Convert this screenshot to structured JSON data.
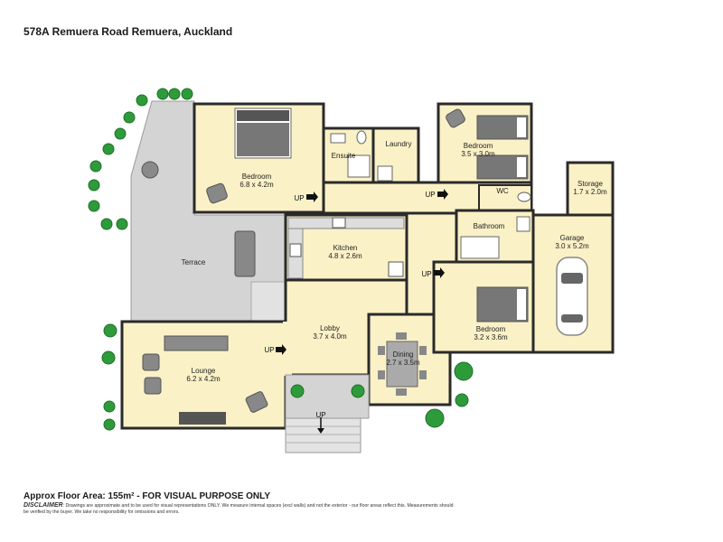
{
  "address": "578A Remuera Road Remuera, Auckland",
  "rooms": {
    "bedroom_main": {
      "name": "Bedroom",
      "size": "6.8 x 4.2m"
    },
    "ensuite": {
      "name": "Ensuite"
    },
    "laundry": {
      "name": "Laundry"
    },
    "bedroom_2": {
      "name": "Bedroom",
      "size": "3.5 x 3.0m"
    },
    "wc": {
      "name": "WC"
    },
    "storage": {
      "name": "Storage",
      "size": "1.7 x 2.0m"
    },
    "bathroom": {
      "name": "Bathroom"
    },
    "garage": {
      "name": "Garage",
      "size": "3.0 x 5.2m"
    },
    "terrace": {
      "name": "Terrace"
    },
    "kitchen": {
      "name": "Kitchen",
      "size": "4.8 x 2.6m"
    },
    "lobby": {
      "name": "Lobby",
      "size": "3.7 x 4.0m"
    },
    "dining": {
      "name": "Dining",
      "size": "2.7 x 3.5m"
    },
    "bedroom_3": {
      "name": "Bedroom",
      "size": "3.2 x 3.6m"
    },
    "lounge": {
      "name": "Lounge",
      "size": "6.2 x 4.2m"
    }
  },
  "up_marker": "UP",
  "floor_area": "Approx Floor Area: 155m² - FOR VISUAL PURPOSE ONLY",
  "disclaimer_label": "DISCLAIMER",
  "disclaimer_text": ": Drawings are approximate and to be used for visual representations ONLY. We measure internal spaces (excl walls) and not the exterior - our floor areas reflect this. Measurements should be verified by the buyer. We take no responsibility for omissions and errors.",
  "colors": {
    "floor": "#fbf1c7",
    "terrace": "#d4d4d4",
    "wall": "#2a2a2a",
    "tree": "#2e9b3a"
  }
}
